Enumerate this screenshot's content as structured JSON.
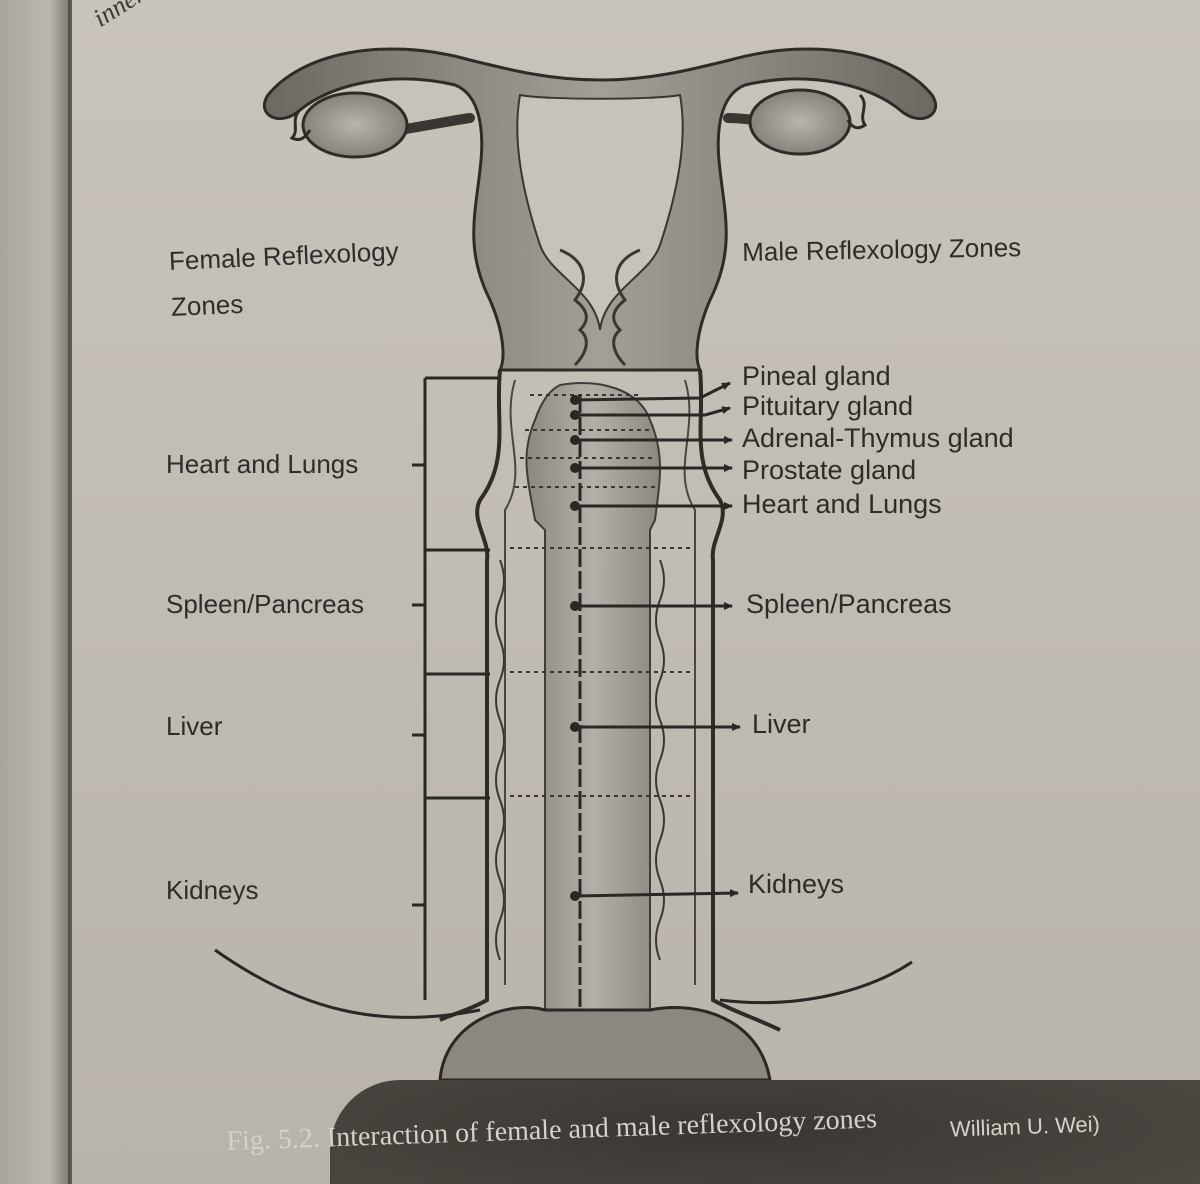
{
  "corner_text": "inner massage",
  "female": {
    "heading": "Female Reflexology Zones",
    "zones": [
      "Heart and Lungs",
      "Spleen/Pancreas",
      "Liver",
      "Kidneys"
    ]
  },
  "male": {
    "heading": "Male Reflexology Zones",
    "zones": [
      "Pineal gland",
      "Pituitary gland",
      "Adrenal-Thymus gland",
      "Prostate gland",
      "Heart and Lungs",
      "Spleen/Pancreas",
      "Liver",
      "Kidneys"
    ]
  },
  "caption": "Fig. 5.2. Interaction of female and male reflexology zones",
  "credit": "William U. Wei)"
}
